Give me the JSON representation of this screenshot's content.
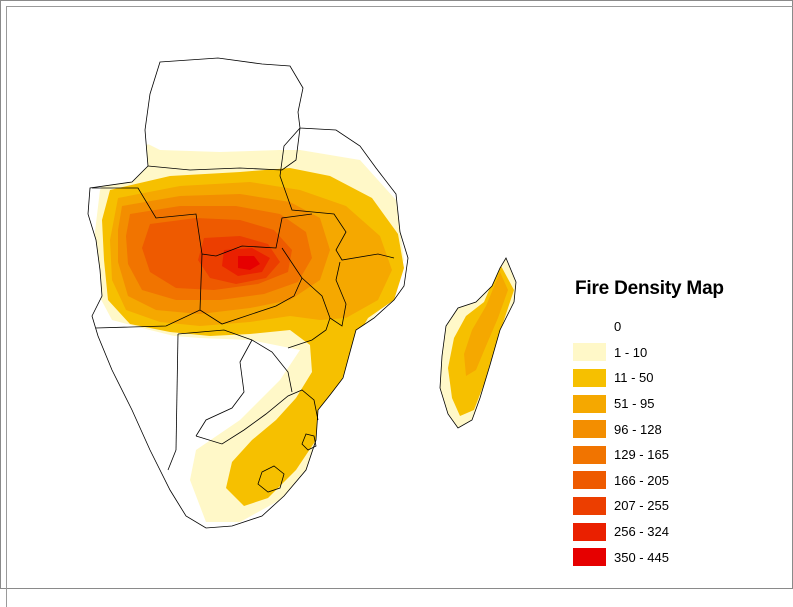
{
  "legend": {
    "title": "Fire Density Map",
    "items": [
      {
        "label": "0",
        "color": "#ffffff"
      },
      {
        "label": "1 - 10",
        "color": "#fff8c8"
      },
      {
        "label": "11 - 50",
        "color": "#f6c000"
      },
      {
        "label": "51 - 95",
        "color": "#f5a800"
      },
      {
        "label": "96 - 128",
        "color": "#f38e00"
      },
      {
        "label": "129  - 165",
        "color": "#f17400"
      },
      {
        "label": "166  - 205",
        "color": "#ee5a00"
      },
      {
        "label": "207 - 255",
        "color": "#ec3e00"
      },
      {
        "label": "256 - 324",
        "color": "#ea2000"
      },
      {
        "label": "350 - 445",
        "color": "#e60000"
      }
    ]
  },
  "colors": {
    "outline": "#000000",
    "border": "#8a8a8a"
  }
}
